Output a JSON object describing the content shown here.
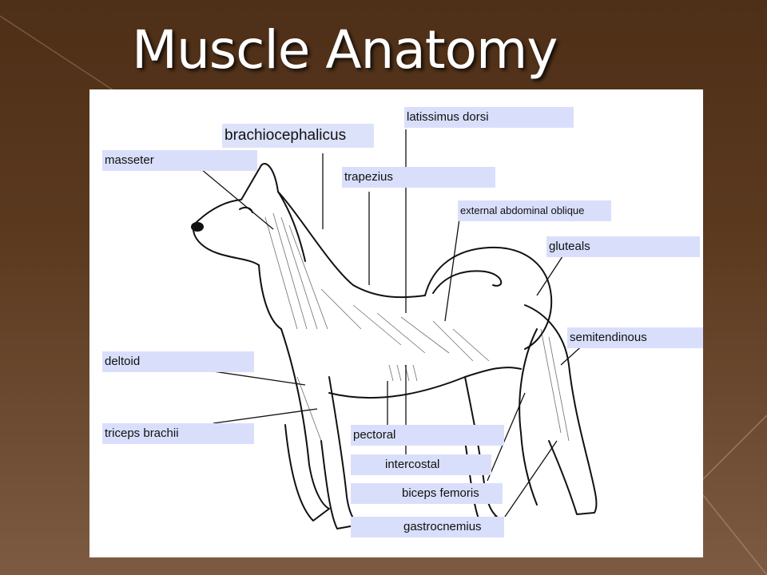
{
  "slide": {
    "title": "Muscle Anatomy"
  },
  "labels": {
    "latissimus_dorsi": "latissimus dorsi",
    "brachiocephalicus": "brachiocephalicus",
    "masseter": "masseter",
    "trapezius": "trapezius",
    "external_abdominal_oblique": "external abdominal oblique",
    "gluteals": "gluteals",
    "semitendinous": "semitendinous",
    "deltoid": "deltoid",
    "triceps_brachii": "triceps brachii",
    "pectoral": "pectoral",
    "intercostal": "intercostal",
    "biceps_femoris": "biceps femoris",
    "gastrocnemius": "gastrocnemius"
  },
  "colors": {
    "background": "#5a391f",
    "label_fill": "#d9dffb",
    "title_text": "#ffffff"
  }
}
